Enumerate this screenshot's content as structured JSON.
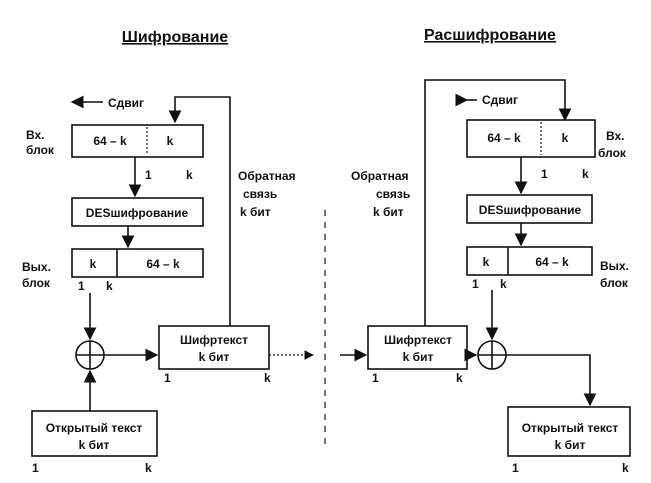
{
  "encryption": {
    "title": "Шифрование",
    "shift_label": "Сдвиг",
    "in_block_label": [
      "Вх.",
      "блок"
    ],
    "reg_left": "64 – k",
    "reg_right": "k",
    "idx1": "1",
    "idxk": "k",
    "des_label": "DESшифрование",
    "out_block_label": [
      "Вых.",
      "блок"
    ],
    "out_left": "k",
    "out_right": "64 – k",
    "out_idx1": "1",
    "out_idxk": "k",
    "feedback_label": [
      "Обратная",
      "связь",
      "k бит"
    ],
    "cipher_label": [
      "Шифртекст",
      "k бит"
    ],
    "cipher_idx1": "1",
    "cipher_idxk": "k",
    "plain_label": [
      "Открытый текст",
      "k бит"
    ],
    "plain_idx1": "1",
    "plain_idxk": "k"
  },
  "decryption": {
    "title": "Расшифрование",
    "shift_label": "Сдвиг",
    "in_block_label": [
      "Вх.",
      "блок"
    ],
    "reg_left": "64 – k",
    "reg_right": "k",
    "idx1": "1",
    "idxk": "k",
    "des_label": "DESшифрование",
    "out_block_label": [
      "Вых.",
      "блок"
    ],
    "out_left": "k",
    "out_right": "64 – k",
    "out_idx1": "1",
    "out_idxk": "k",
    "feedback_label": [
      "Обратная",
      "связь",
      "k бит"
    ],
    "cipher_label": [
      "Шифртекст",
      "k бит"
    ],
    "cipher_idx1": "1",
    "cipher_idxk": "k",
    "plain_label": [
      "Открытый текст",
      "k бит"
    ],
    "plain_idx1": "1",
    "plain_idxk": "k"
  }
}
